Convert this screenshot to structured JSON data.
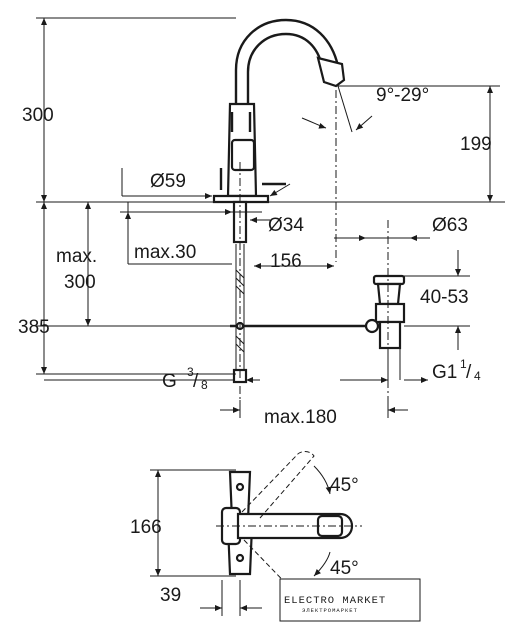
{
  "dimensions": {
    "height_total": "300",
    "spout_angle": "9°-29°",
    "spout_height": "199",
    "base_diameter": "Ø59",
    "hole_diameter": "Ø34",
    "waste_diameter": "Ø63",
    "max_label": "max.",
    "max_300": "300",
    "max_30": "max.30",
    "reach": "156",
    "waste_range": "40-53",
    "depth_385": "385",
    "thread_g": "G",
    "thread_g_num": "3",
    "thread_g_den": "8",
    "thread_g1": "G1",
    "thread_g1_num": "1",
    "thread_g1_den": "4",
    "max_180": "max.180",
    "angle_45_top": "45°",
    "angle_45_bottom": "45°",
    "plan_166": "166",
    "plan_39": "39"
  },
  "watermark": {
    "title": "ELECTRO MARKET",
    "subtitle": "ЭЛЕКТРОМАРКЕТ"
  }
}
